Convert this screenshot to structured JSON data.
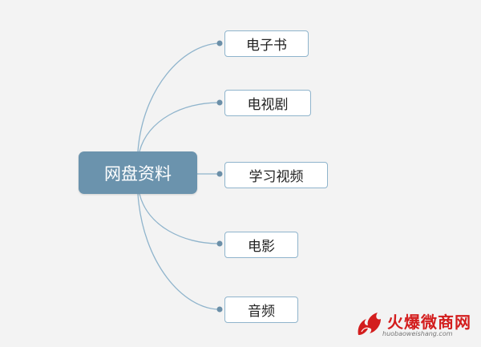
{
  "diagram": {
    "root": {
      "label": "网盘资料"
    },
    "branches": [
      {
        "label": "电子书"
      },
      {
        "label": "电视剧"
      },
      {
        "label": "学习视频"
      },
      {
        "label": "电影"
      },
      {
        "label": "音频"
      }
    ],
    "colors": {
      "background": "#f3f3f3",
      "root_fill": "#6b93ad",
      "connector": "#8fb4cc",
      "node_border": "#8fb4cc",
      "dot": "#6b8fa8"
    }
  },
  "watermark": {
    "brand": "火爆微商网",
    "url": "huobaoweishang.com",
    "logo_icon": "fire-dragon-logo"
  }
}
